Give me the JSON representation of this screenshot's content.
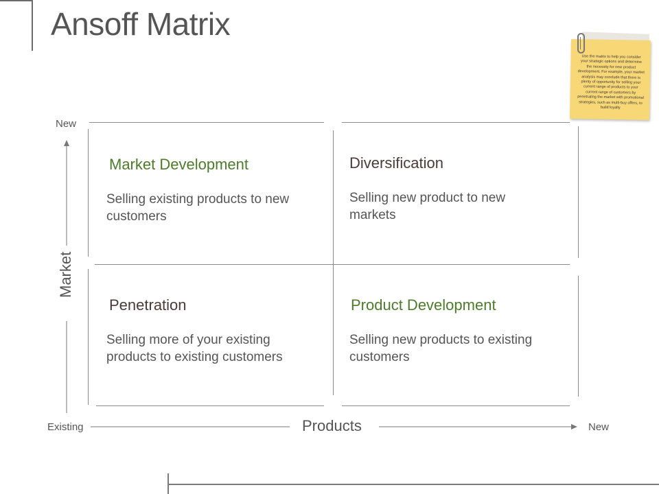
{
  "title": "Ansoff Matrix",
  "axes": {
    "y_label": "Market",
    "y_top": "New",
    "x_label": "Products",
    "x_left": "Existing",
    "x_right": "New"
  },
  "quadrants": [
    {
      "title": "Market Development",
      "description": "Selling existing products to new customers",
      "title_color": "#4e7a2c"
    },
    {
      "title": "Diversification",
      "description": "Selling new product to new markets",
      "title_color": "#4a3b38"
    },
    {
      "title": "Penetration",
      "description": "Selling more of your existing products to existing customers",
      "title_color": "#4a3b38"
    },
    {
      "title": "Product Development",
      "description": "Selling new products to existing customers",
      "title_color": "#4e7a2c"
    }
  ],
  "sticky_note": {
    "text": "Use the matrix to help you consider your strategic options and determine the necessity for new product development. For example, your market analysis may conclude that there is plenty of opportunity for selling your current range of products to your current range of customers by penetrating the market with promotional strategies, such as multi-buy offers, to build loyalty",
    "color": "#f8d776"
  }
}
